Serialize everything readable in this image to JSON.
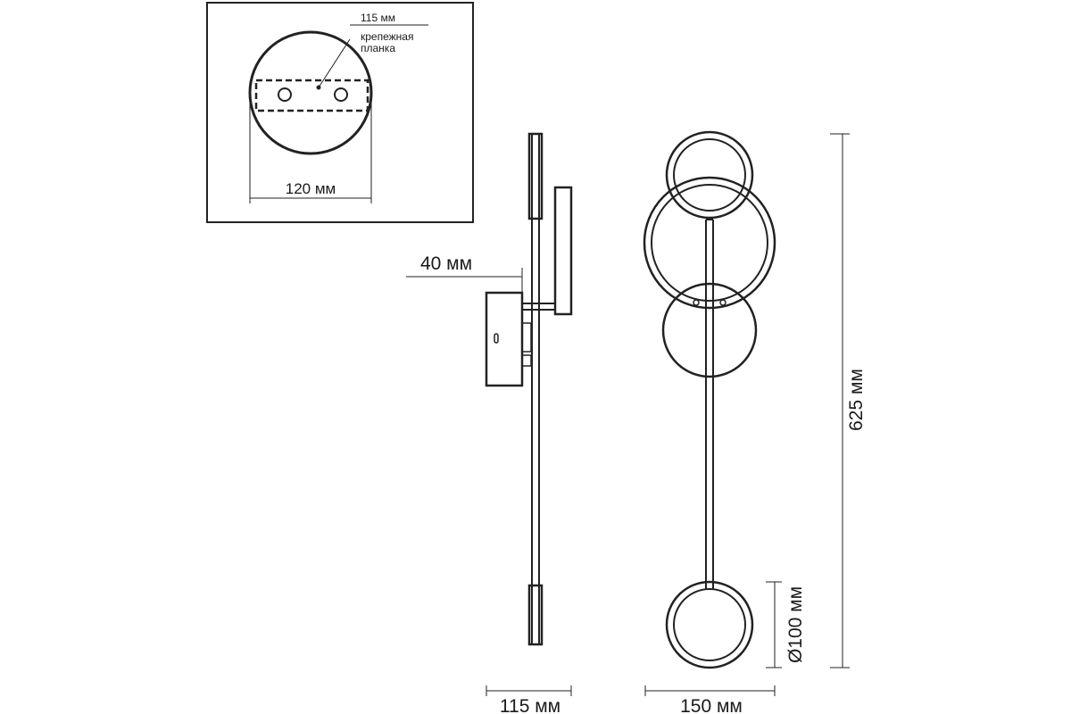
{
  "inset": {
    "width_label": "120 мм",
    "plate_length_label": "115 мм",
    "plate_name_line1": "крепежная",
    "plate_name_line2": "планка"
  },
  "side_view": {
    "projection_label": "40 мм",
    "depth_label": "115 мм"
  },
  "front_view": {
    "width_label": "150 мм",
    "height_label": "625 мм",
    "ring_diameter_label": "Ø100 мм"
  }
}
